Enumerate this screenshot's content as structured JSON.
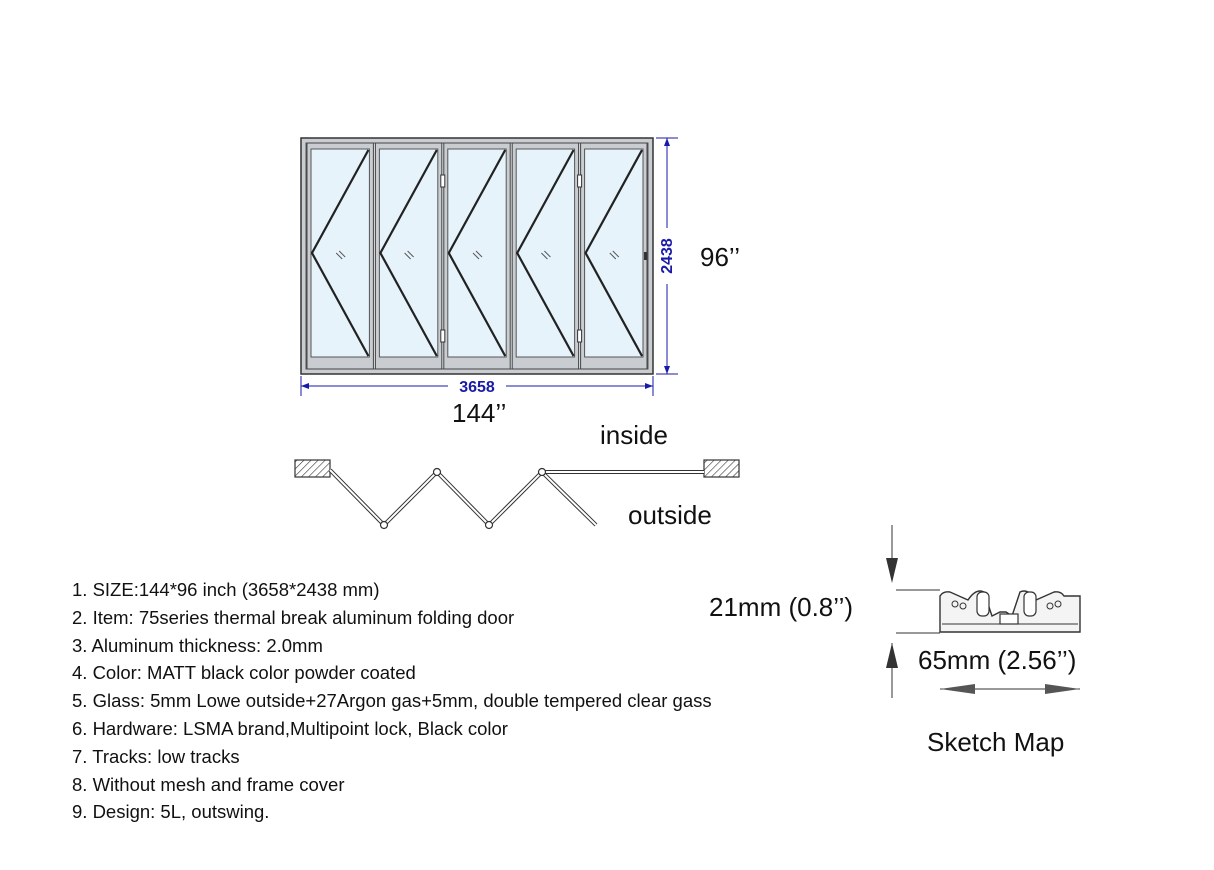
{
  "door": {
    "width_mm": "3658",
    "height_mm": "2438",
    "width_in": "144’’",
    "height_in": "96’’",
    "panels": 5
  },
  "plan_view": {
    "inside_label": "inside",
    "outside_label": "outside"
  },
  "profile": {
    "height_label": "21mm (0.8’’)",
    "width_label": "65mm (2.56’’)",
    "title": "Sketch Map"
  },
  "specs": [
    "1. SIZE:144*96 inch (3658*2438 mm)",
    "2. Item: 75series thermal break aluminum folding door",
    "3. Aluminum thickness: 2.0mm",
    "4. Color: MATT black color powder coated",
    "5. Glass: 5mm Lowe outside+27Argon gas+5mm, double tempered clear gass",
    "6. Hardware: LSMA brand,Multipoint lock, Black color",
    "7. Tracks: low tracks",
    "8. Without mesh and frame cover",
    "9. Design: 5L, outswing."
  ],
  "colors": {
    "dimension_blue": "#1a1aa8",
    "glass": "#e6f3fb",
    "frame": "#c9cdd1",
    "line": "#222222"
  }
}
